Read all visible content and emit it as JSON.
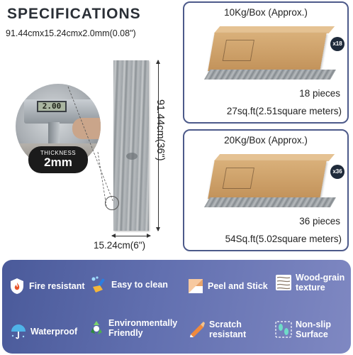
{
  "header": {
    "title": "SPECIFICATIONS",
    "dimensions": "91.44cmx15.24cmx2.0mm(0.08\")"
  },
  "plank": {
    "thickness_label": "THICKNESS",
    "thickness_value": "2mm",
    "caliper_reading": "2.00",
    "length_label": "91.44cm(36\")",
    "width_label": "15.24cm(6\")"
  },
  "packages": [
    {
      "weight": "10Kg/Box (Approx.)",
      "badge": "x18",
      "pieces": "18 pieces",
      "coverage": "27sq.ft(2.51square meters)"
    },
    {
      "weight": "20Kg/Box (Approx.)",
      "badge": "x36",
      "pieces": "36 pieces",
      "coverage": "54Sq.ft(5.02square meters)"
    }
  ],
  "features": [
    {
      "label": "Fire resistant",
      "icon": "flame-shield-icon"
    },
    {
      "label": "Easy to clean",
      "icon": "brush-icon"
    },
    {
      "label": "Peel and Stick",
      "icon": "peel-sticker-icon"
    },
    {
      "label": "Wood-grain texture",
      "icon": "wood-grain-icon"
    },
    {
      "label": "Waterproof",
      "icon": "umbrella-icon"
    },
    {
      "label": "Environmentally Friendly",
      "icon": "recycle-icon"
    },
    {
      "label": "Scratch resistant",
      "icon": "blade-icon"
    },
    {
      "label": "Non-slip Surface",
      "icon": "footprints-icon"
    }
  ],
  "colors": {
    "panel_border": "#4d5a8a",
    "feature_panel": "#5f6db0",
    "flame": "#e8542a",
    "water": "#4fb3e8",
    "leaf": "#4caf50"
  }
}
